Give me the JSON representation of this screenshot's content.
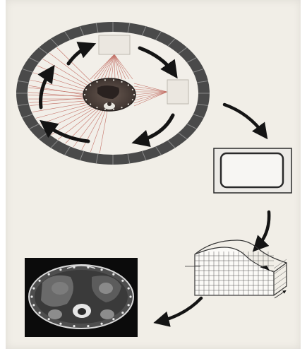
{
  "figure": {
    "stages": [
      {
        "id": "gantry",
        "icon": "ct-gantry-icon"
      },
      {
        "id": "monitor",
        "icon": "display-monitor-icon"
      },
      {
        "id": "voxel-grid",
        "icon": "voxel-matrix-icon"
      },
      {
        "id": "ct-slice",
        "icon": "axial-ct-image-icon"
      }
    ],
    "colors": {
      "paper": "#f1eee7",
      "ring": "#4a4a4a",
      "ray": "#b4483c",
      "arrow": "#141414"
    }
  }
}
